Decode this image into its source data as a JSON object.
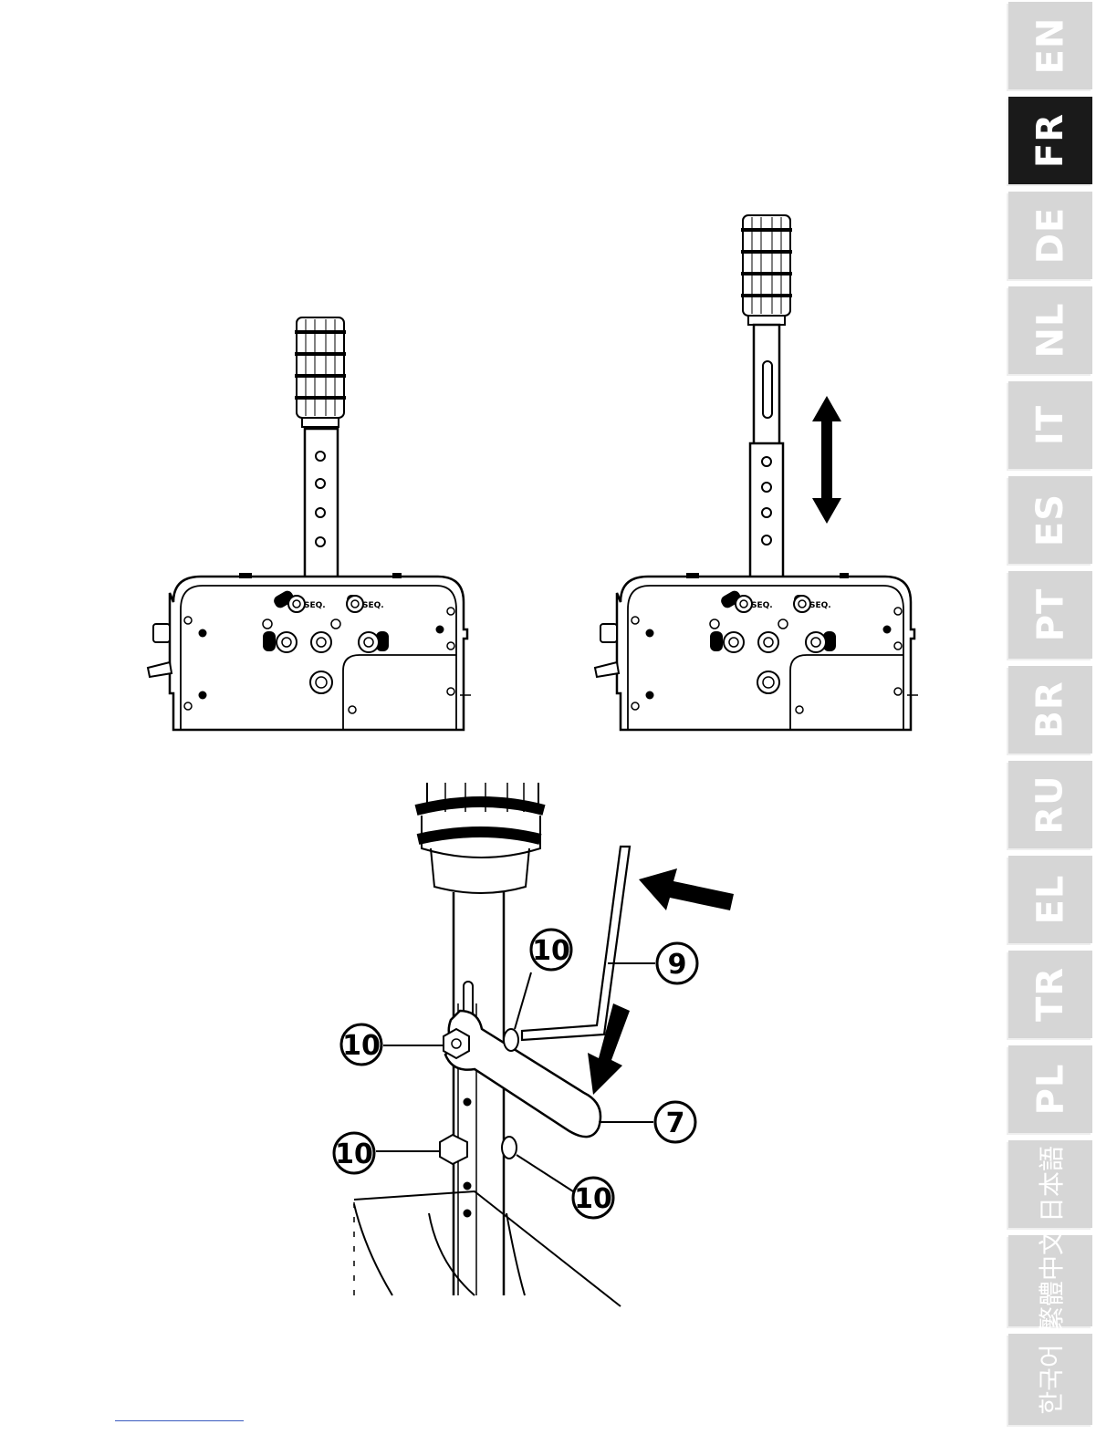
{
  "languages": [
    {
      "code": "EN",
      "active": false
    },
    {
      "code": "FR",
      "active": true
    },
    {
      "code": "DE",
      "active": false
    },
    {
      "code": "NL",
      "active": false
    },
    {
      "code": "IT",
      "active": false
    },
    {
      "code": "ES",
      "active": false
    },
    {
      "code": "PT",
      "active": false
    },
    {
      "code": "BR",
      "active": false
    },
    {
      "code": "RU",
      "active": false
    },
    {
      "code": "EL",
      "active": false
    },
    {
      "code": "TR",
      "active": false
    },
    {
      "code": "PL",
      "active": false
    },
    {
      "code": "日本語",
      "active": false
    },
    {
      "code": "繁體中文",
      "active": false
    },
    {
      "code": "한국어",
      "active": false
    }
  ],
  "device_labels": {
    "seq_left": "SEQ.",
    "seq_right": "SEQ."
  },
  "callouts": {
    "bolt": "10",
    "hex_key": "9",
    "wrench": "7"
  },
  "colors": {
    "tab_inactive": "#d6d6d6",
    "tab_active": "#1a1a1a",
    "tab_text": "#ffffff",
    "footer_line": "#3b5bbf"
  }
}
